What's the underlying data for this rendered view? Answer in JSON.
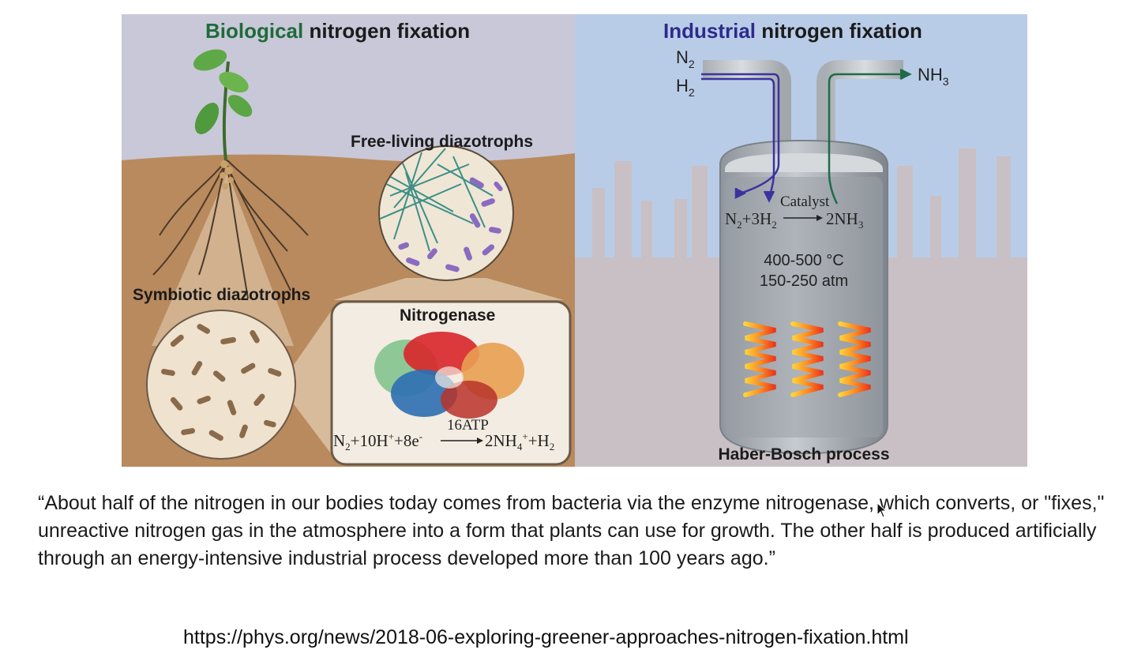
{
  "figure": {
    "biological": {
      "title_highlight": "Biological",
      "title_rest": " nitrogen fixation",
      "highlight_color": "#1f6b3a",
      "free_living_label": "Free-living diazotrophs",
      "symbiotic_label": "Symbiotic diazotrophs",
      "nitrogenase_label": "Nitrogenase",
      "equation": {
        "lhs_1": "N",
        "lhs_1_sub": "2",
        "lhs_2": "+10H",
        "lhs_2_sup": "+",
        "lhs_3": "+8e",
        "lhs_3_sup": "-",
        "arrow_label": "16ATP",
        "rhs_1": "2NH",
        "rhs_1_sub": "4",
        "rhs_1_sup": "+",
        "rhs_2": "+H",
        "rhs_2_sub": "2"
      }
    },
    "industrial": {
      "title_highlight": "Industrial",
      "title_rest": " nitrogen fixation",
      "highlight_color": "#2e2a8c",
      "inputs": [
        {
          "base": "N",
          "sub": "2"
        },
        {
          "base": "H",
          "sub": "2"
        }
      ],
      "output": {
        "base": "NH",
        "sub": "3"
      },
      "catalyst_label": "Catalyst",
      "equation": {
        "lhs_1": "N",
        "lhs_1_sub": "2",
        "lhs_2": "+3H",
        "lhs_2_sub": "2",
        "rhs": "2NH",
        "rhs_sub": "3"
      },
      "temperature": "400-500 °C",
      "pressure": "150-250 atm",
      "process_label": "Haber-Bosch process"
    }
  },
  "quote": "“About half of the nitrogen in our bodies today comes from bacteria via the enzyme nitrogenase, which converts, or \"fixes,\" unreactive nitrogen gas in the atmosphere into a form that plants can use for growth. The other half is produced artificially through an energy-intensive industrial process developed more than 100 years ago.”",
  "source_url": "https://phys.org/news/2018-06-exploring-greener-approaches-nitrogen-fixation.html"
}
